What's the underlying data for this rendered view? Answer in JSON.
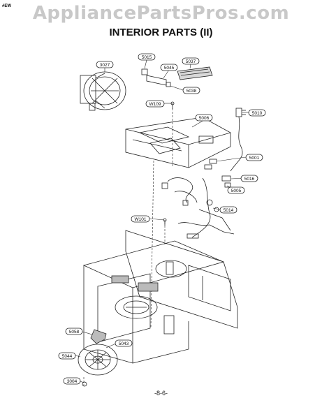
{
  "header": {
    "corner_code": "#EW",
    "watermark": "AppliancePartsPros.com",
    "title": "INTERIOR PARTS (II)"
  },
  "callouts": {
    "c3027": "3027",
    "c5015": "5015",
    "c5037": "5037",
    "c5045": "5045",
    "c5038": "5038",
    "cW109": "W109",
    "c5006": "5006",
    "c5010": "5010",
    "c5001": "5001",
    "c5016": "5016",
    "c5005": "5005",
    "c5014": "5014",
    "cW101": "W101",
    "c5058": "5058",
    "c5043": "5043",
    "c5044": "5044",
    "c3004": "3004"
  },
  "footer": {
    "page_number": "-8-6-"
  }
}
